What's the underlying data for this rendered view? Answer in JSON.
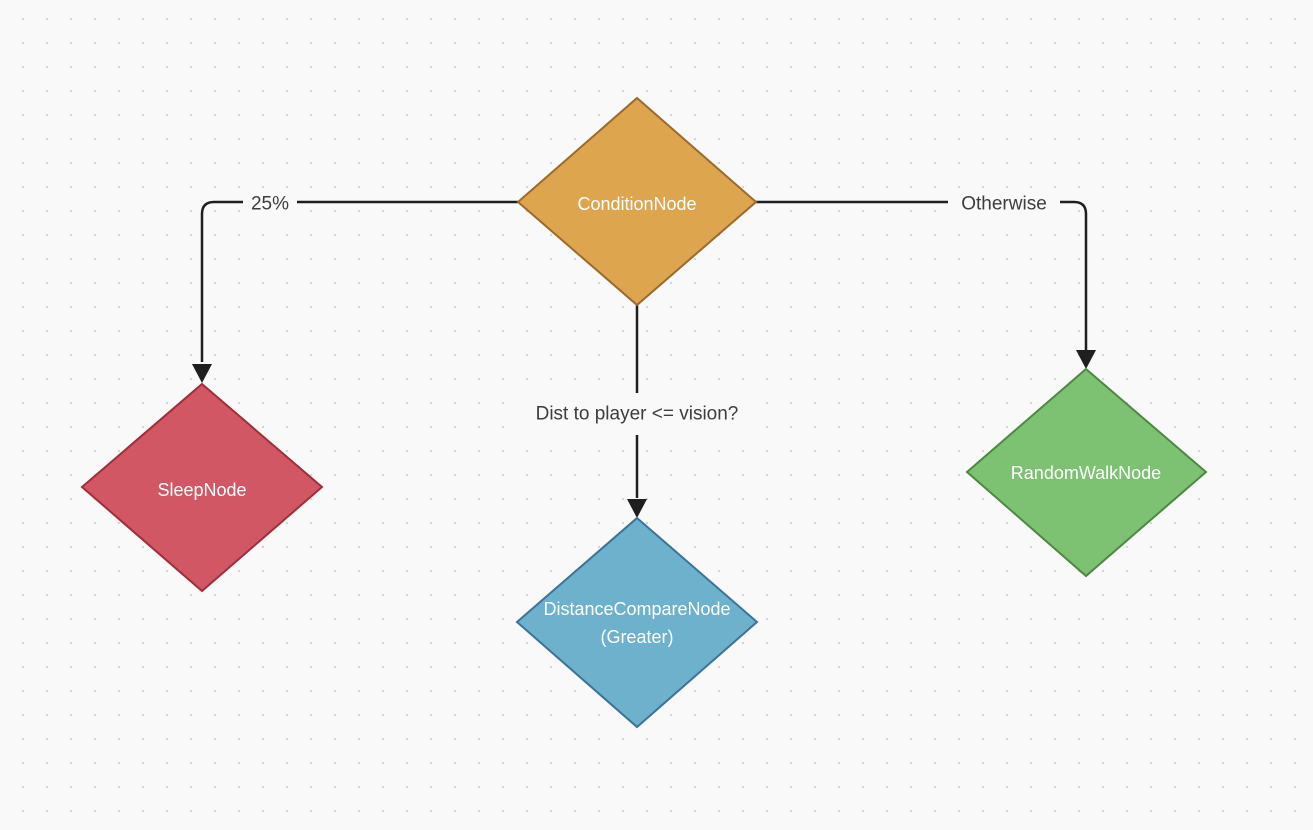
{
  "nodes": {
    "condition": {
      "label": "ConditionNode",
      "fill": "#dca54e",
      "stroke": "#9b6a2c"
    },
    "sleep": {
      "label": "SleepNode",
      "fill": "#d05763",
      "stroke": "#9e2f3b"
    },
    "distance": {
      "label_line1": "DistanceCompareNode",
      "label_line2": "(Greater)",
      "fill": "#6eb1cc",
      "stroke": "#3c7396"
    },
    "random_walk": {
      "label": "RandomWalkNode",
      "fill": "#7cc272",
      "stroke": "#4e8843"
    }
  },
  "edges": {
    "to_sleep": {
      "label": "25%"
    },
    "to_distance": {
      "label": "Dist to player <= vision?"
    },
    "to_random_walk": {
      "label": "Otherwise"
    }
  },
  "colors": {
    "canvas_background": "#f9f9fa",
    "grid_dot": "#d4d4d8",
    "edge": "#1f1f1f",
    "edge_label_text": "#3d3d3d",
    "node_text": "#ffffff"
  }
}
